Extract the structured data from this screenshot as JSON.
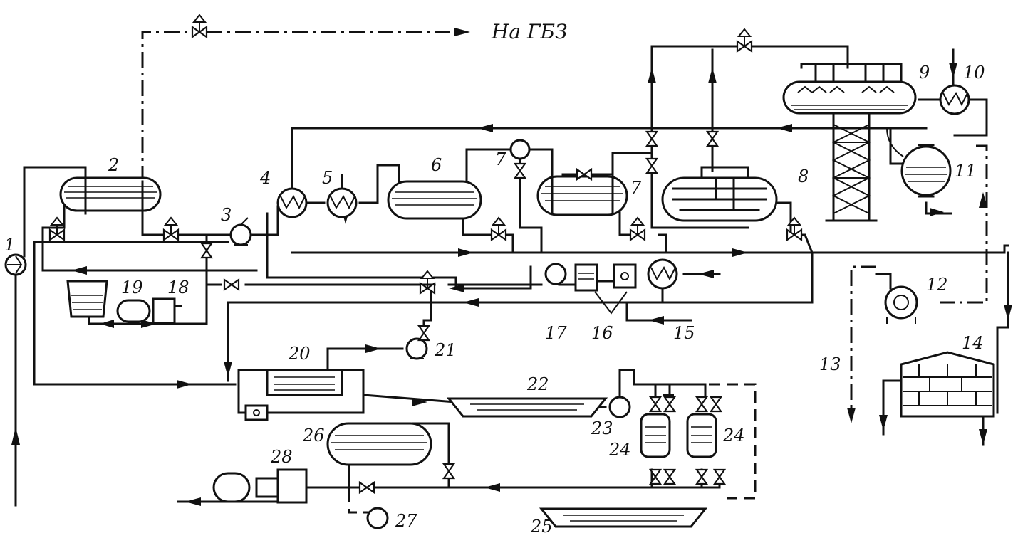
{
  "destination_label": "На ГБЗ",
  "labels": {
    "n1": "1",
    "n2": "2",
    "n3": "3",
    "n4": "4",
    "n5": "5",
    "n6": "6",
    "n7a": "7",
    "n7b": "7",
    "n8": "8",
    "n9": "9",
    "n10": "10",
    "n11": "11",
    "n12": "12",
    "n13": "13",
    "n14": "14",
    "n15": "15",
    "n16": "16",
    "n17": "17",
    "n18": "18",
    "n19": "19",
    "n20": "20",
    "n21": "21",
    "n22": "22",
    "n23": "23",
    "n24a": "24",
    "n24b": "24",
    "n25": "25",
    "n26": "26",
    "n27": "27",
    "n28": "28"
  }
}
